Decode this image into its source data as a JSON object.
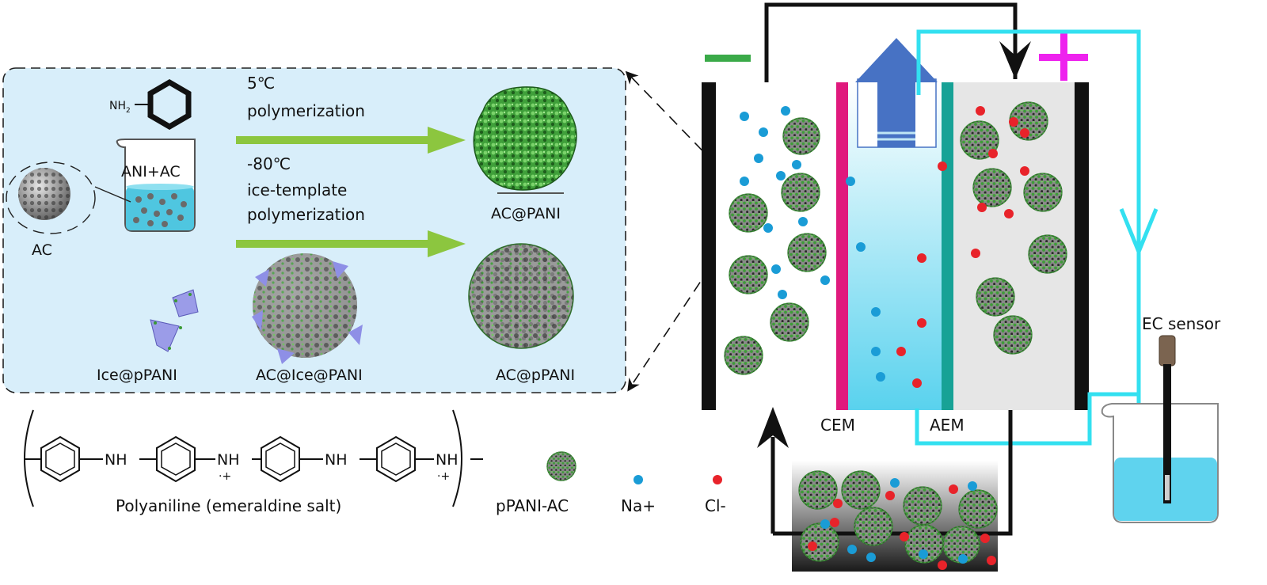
{
  "colors": {
    "panel_bg": "#d8eefa",
    "arrow_green": "#8cc63f",
    "minus_sign": "#3aaa48",
    "plus_sign": "#ee22ee",
    "cem_membrane": "#e0197d",
    "aem_membrane": "#17a296",
    "flow_loop": "#33e0f0",
    "na_ion": "#1a9cd6",
    "cl_ion": "#e8232a",
    "particle_green": "#3d9b3a",
    "up_arrow": "#4772c4",
    "electrolyte_blue": "#5fd3ee"
  },
  "icons": {
    "aniline": "aniline-structure-icon",
    "beaker": "beaker-icon",
    "particle": "pPANI-AC-particle-icon",
    "sensor": "ec-sensor-probe-icon"
  },
  "synthesis": {
    "cond1_temp": "5℃",
    "cond1_text": "polymerization",
    "cond2_temp": "-80℃",
    "cond2_line1": "ice-template",
    "cond2_line2": "polymerization",
    "nh2": "NH",
    "nh2_sub": "2",
    "beaker_label": "ANI+AC",
    "ac_label": "AC",
    "ac_pani_label": "AC@PANI",
    "ice_ppani_label": "Ice@pPANI",
    "ac_ice_pani_label": "AC@Ice@PANI",
    "ac_ppani_label": "AC@pPANI"
  },
  "polymer": {
    "nh": "NH",
    "radical_plus": "·+",
    "caption": "Polyaniline (emeraldine salt)"
  },
  "legend": {
    "particle": "pPANI-AC",
    "na": "Na+",
    "cl": "Cl-"
  },
  "cell": {
    "minus": "−",
    "plus": "+",
    "cem": "CEM",
    "aem": "AEM",
    "ec_sensor": "EC sensor"
  }
}
